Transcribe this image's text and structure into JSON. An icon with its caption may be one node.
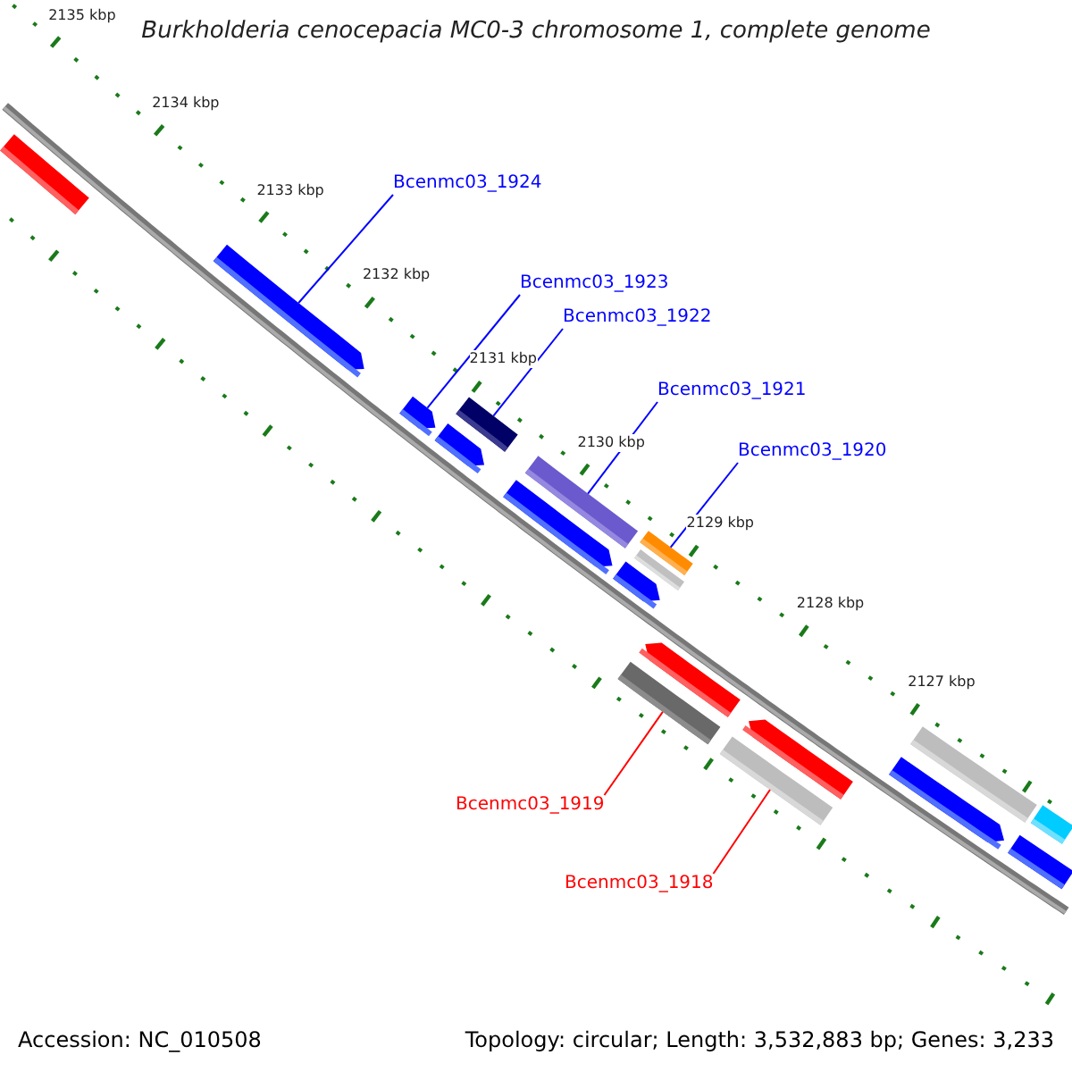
{
  "diagram": {
    "title": "Burkholderia cenocepacia MC0-3 chromosome 1, complete genome",
    "nodes": [
      {
        "text": [
          "Bcenmc03_1924"
        ]
      },
      {
        "text": [
          "Bcenmc03_1923"
        ]
      },
      {
        "text": [
          "Bcenmc03_1922"
        ]
      },
      {
        "text": [
          "Bcenmc03_1921"
        ]
      },
      {
        "text": [
          "Bcenmc03_1920"
        ]
      },
      {
        "text": [
          "Bcenmc03_1919"
        ]
      },
      {
        "text": [
          "Bcenmc03_1918"
        ]
      },
      {
        "text": [],
        "shape": "bar"
      },
      {
        "text": [],
        "shape": "arrow"
      },
      {
        "text": [],
        "shape": "arrow"
      },
      {
        "text": [],
        "shape": "bar"
      },
      {
        "text": [],
        "shape": "arrow"
      },
      {
        "text": [],
        "shape": "bar"
      },
      {
        "text": [],
        "shape": "arrow"
      },
      {
        "text": [],
        "shape": "bar"
      },
      {
        "text": [],
        "shape": "bar"
      },
      {
        "text": [],
        "shape": "arrow"
      },
      {
        "text": [],
        "shape": "arrow"
      },
      {
        "text": [],
        "shape": "bar"
      },
      {
        "text": [],
        "shape": "arrow"
      },
      {
        "text": [],
        "shape": "bar"
      },
      {
        "text": [],
        "shape": "bar"
      },
      {
        "text": [],
        "shape": "arrow"
      },
      {
        "text": [],
        "shape": "bar"
      },
      {
        "text": [],
        "shape": "bar"
      }
    ],
    "edges": [
      {
        "from": 0,
        "to": 8,
        "arrow": "none"
      },
      {
        "from": 1,
        "to": 9,
        "arrow": "none"
      },
      {
        "from": 2,
        "to": 10,
        "arrow": "none"
      },
      {
        "from": 3,
        "to": 12,
        "arrow": "none"
      },
      {
        "from": 4,
        "to": 14,
        "arrow": "none"
      },
      {
        "from": 5,
        "to": 18,
        "arrow": "none",
        "color": "#ff0000"
      },
      {
        "from": 6,
        "to": 20,
        "arrow": "none",
        "color": "#ff0000"
      }
    ],
    "labels": [
      "2135 kbp",
      "2134 kbp",
      "2133 kbp",
      "2132 kbp",
      "2131 kbp",
      "2130 kbp",
      "2129 kbp",
      "2128 kbp",
      "2127 kbp",
      "Accession: NC_010508",
      "Topology: circular; Length: 3,532,883 bp; Genes: 3,233"
    ]
  }
}
